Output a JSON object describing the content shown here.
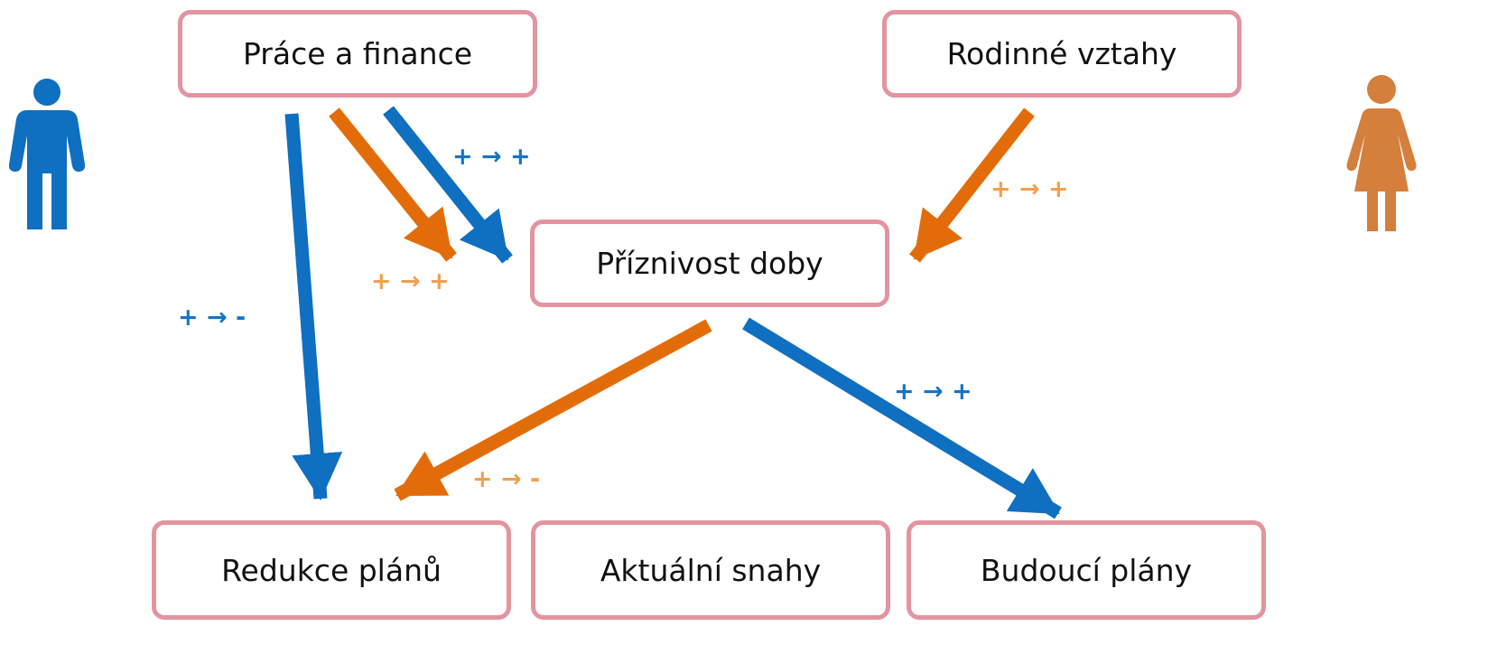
{
  "nodes": {
    "work_finance": "Práce a finance",
    "family_relations": "Rodinné vztahy",
    "favorable_times": "Příznivost doby",
    "plan_reduction": "Redukce plánů",
    "current_efforts": "Aktuální snahy",
    "future_plans": "Budoucí plány"
  },
  "relations": {
    "work_to_favorable_blue": "+ → +",
    "work_to_favorable_orange": "+ → +",
    "work_to_reduction_blue": "+ → -",
    "family_to_favorable_orange": "+ → +",
    "favorable_to_reduction_orange": "+ → -",
    "favorable_to_future_blue": "+ → +"
  },
  "colors": {
    "male": "#0f6fc0",
    "female": "#d57f3c",
    "blue_arrow": "#0f6fc0",
    "orange_arrow": "#e36c0a",
    "node_border": "#e3949f"
  },
  "icons": {
    "male": "man-icon",
    "female": "woman-icon"
  }
}
